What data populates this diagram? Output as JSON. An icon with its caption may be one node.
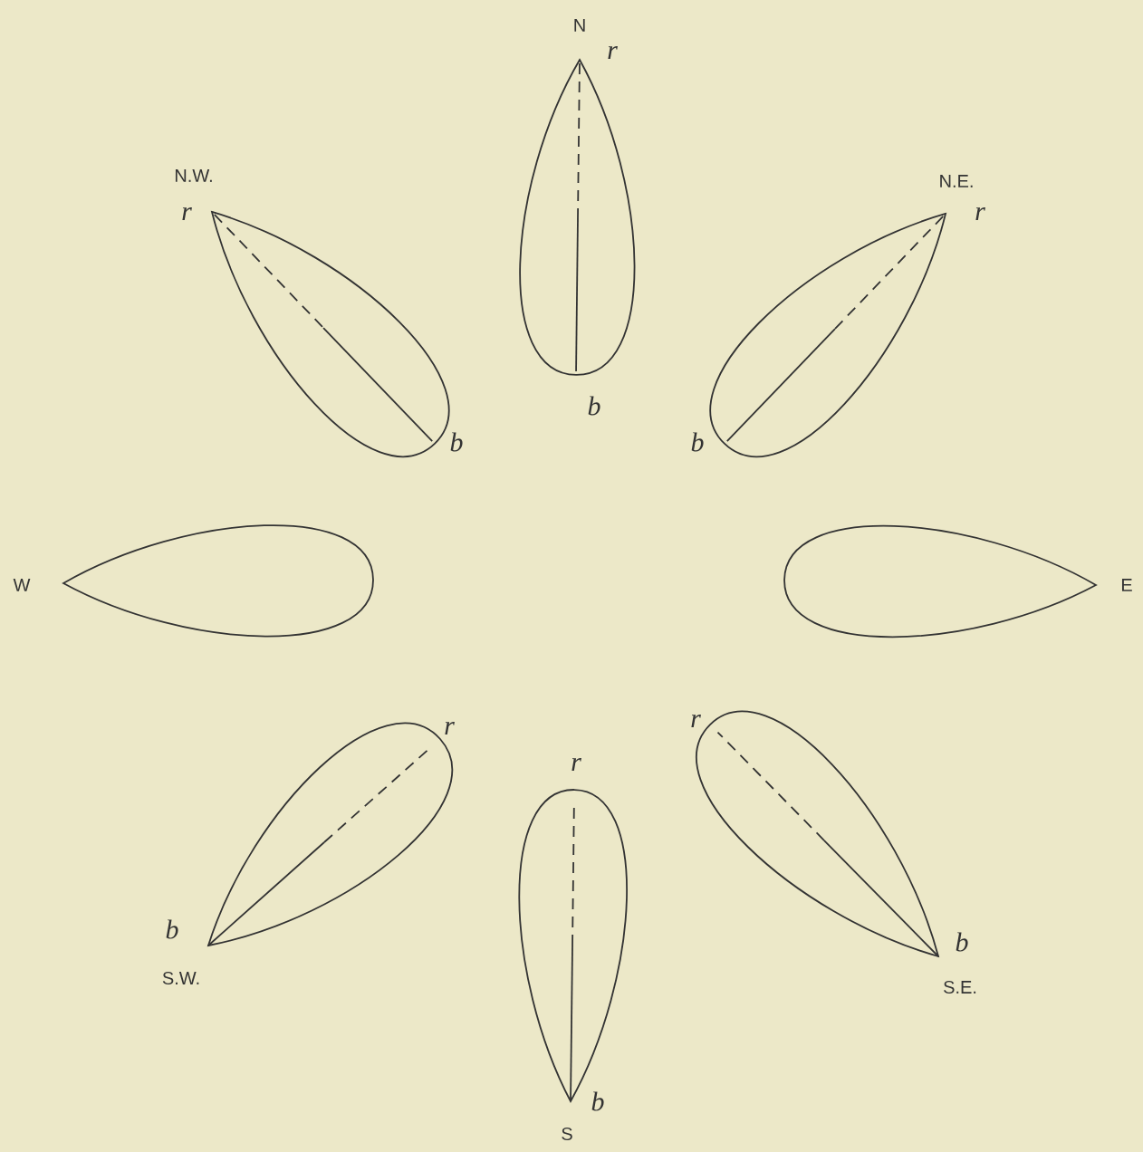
{
  "diagram": {
    "labels": [
      "N",
      "r",
      "N.W.",
      "N.E.",
      "r",
      "r",
      "b",
      "b",
      "b",
      "W",
      "E",
      "r",
      "r",
      "r",
      "b",
      "b",
      "S.W.",
      "S.E.",
      "b",
      "S"
    ]
  }
}
